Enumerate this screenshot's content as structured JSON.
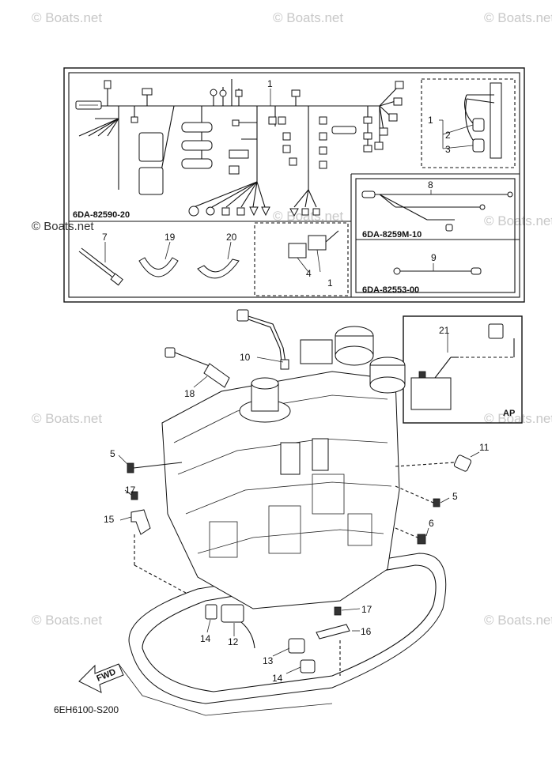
{
  "watermark": "© Boats.net",
  "kit_codes": {
    "harness": "6DA-82590-20",
    "lead_8": "6DA-8259M-10",
    "lead_9": "6DA-82553-00"
  },
  "corner_label": "AP",
  "drawing_number": "6EH6100-S200",
  "fwd_label": "FWD",
  "callouts": {
    "c1": "1",
    "c1b": "1",
    "c1c": "1",
    "c2": "2",
    "c3": "3",
    "c4": "4",
    "c5a": "5",
    "c5b": "5",
    "c6": "6",
    "c7": "7",
    "c8": "8",
    "c9": "9",
    "c10": "10",
    "c11": "11",
    "c12": "12",
    "c13": "13",
    "c14a": "14",
    "c14b": "14",
    "c15": "15",
    "c16": "16",
    "c17a": "17",
    "c17b": "17",
    "c18": "18",
    "c19": "19",
    "c20": "20",
    "c21": "21"
  }
}
